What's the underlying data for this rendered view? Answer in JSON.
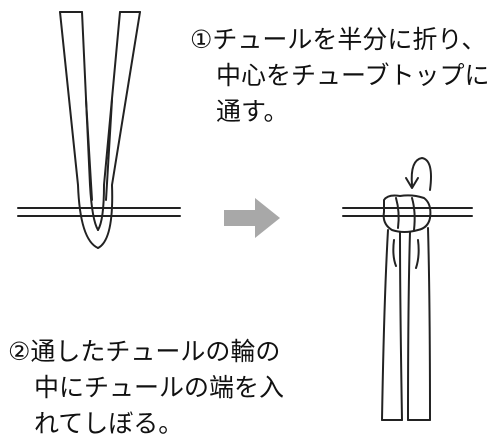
{
  "step1": {
    "line1": "①チュールを半分に折り、",
    "line2": "中心をチューブトップに",
    "line3": "通す。"
  },
  "step2": {
    "line1": "②通したチュールの輪の",
    "line2": "中にチュールの端を入",
    "line3": "れてしぼる。"
  },
  "colors": {
    "ink": "#222222",
    "arrow": "#a8a8a8",
    "background": "#ffffff"
  }
}
